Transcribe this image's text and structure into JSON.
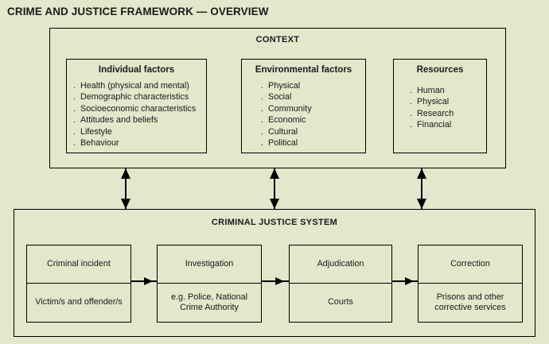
{
  "title": "CRIME AND JUSTICE FRAMEWORK — OVERVIEW",
  "context": {
    "label": "CONTEXT",
    "cards": [
      {
        "name": "individual-factors",
        "title": "Individual factors",
        "items": [
          "Health (physical and mental)",
          "Demographic characteristics",
          "Socioeconomic characteristics",
          "Attitudes and beliefs",
          "Lifestyle",
          "Behaviour"
        ]
      },
      {
        "name": "environmental-factors",
        "title": "Environmental factors",
        "items": [
          "Physical",
          "Social",
          "Community",
          "Economic",
          "Cultural",
          "Political"
        ]
      },
      {
        "name": "resources",
        "title": "Resources",
        "items": [
          "Human",
          "Physical",
          "Research",
          "Financial"
        ]
      }
    ]
  },
  "criminal_justice_system": {
    "label": "CRIMINAL JUSTICE SYSTEM",
    "stages": [
      {
        "name": "criminal-incident",
        "title": "Criminal incident",
        "detail": "Victim/s and offender/s"
      },
      {
        "name": "investigation",
        "title": "Investigation",
        "detail": "e.g. Police, National Crime Authority"
      },
      {
        "name": "adjudication",
        "title": "Adjudication",
        "detail": "Courts"
      },
      {
        "name": "correction",
        "title": "Correction",
        "detail": "Prisons and other corrective services"
      }
    ]
  },
  "bullet_marker": ".",
  "colors": {
    "background": "#e3e7cb",
    "ink": "#1a1a1a",
    "stroke": "#000000"
  }
}
